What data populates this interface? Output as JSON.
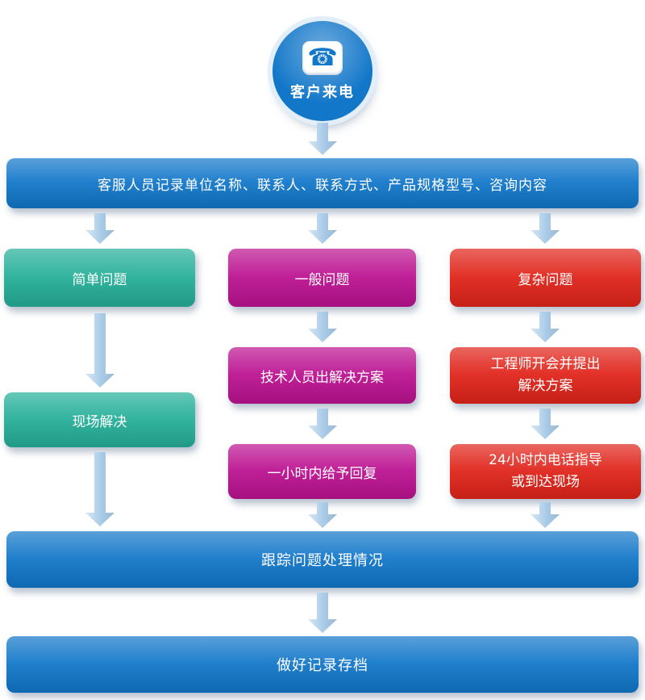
{
  "colors": {
    "blue": "#1277c9",
    "teal": "#25af99",
    "magenta": "#bc1291",
    "red": "#e0241a",
    "arrow": "#a9cbe8"
  },
  "start": {
    "label": "客户来电",
    "icon": "phone-icon",
    "icon_glyph": "☎"
  },
  "bars": {
    "record": "客服人员记录单位名称、联系人、联系方式、产品规格型号、咨询内容",
    "track": "跟踪问题处理情况",
    "archive": "做好记录存档"
  },
  "columns": {
    "simple": {
      "level1": "简单问题",
      "level2": "现场解决"
    },
    "general": {
      "level1": "一般问题",
      "level2": "技术人员出解决方案",
      "level3": "一小时内给予回复"
    },
    "complex": {
      "level1": "复杂问题",
      "level2": "工程师开会并提出解决方案",
      "level3": "24小时内电话指导或到达现场"
    }
  }
}
